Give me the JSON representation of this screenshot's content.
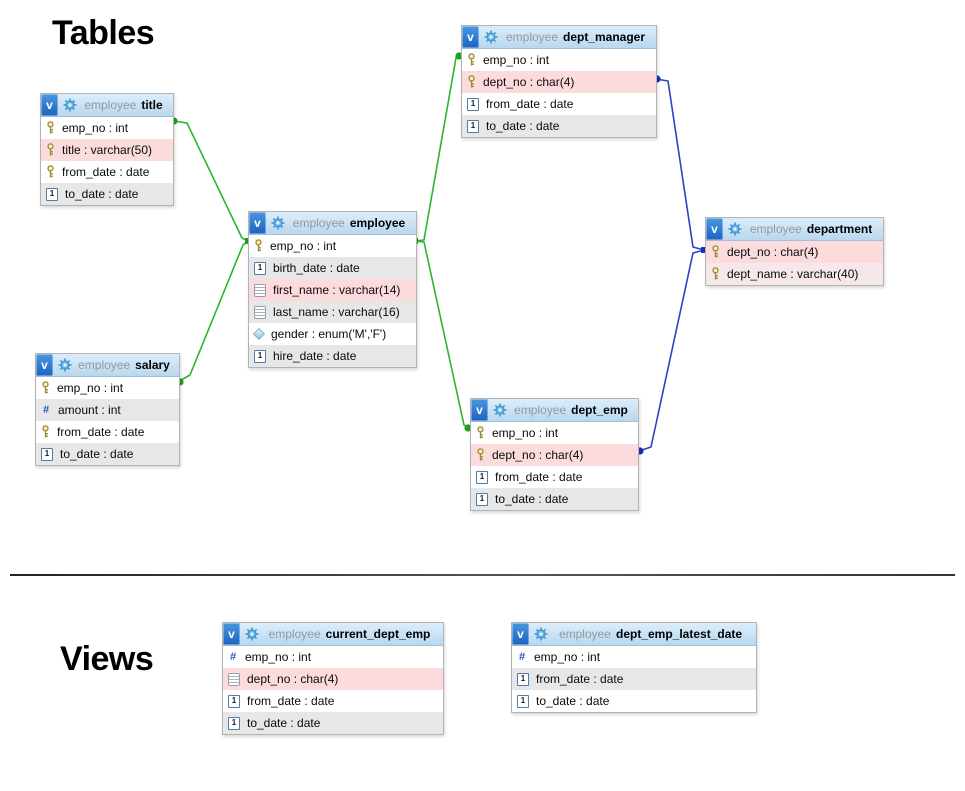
{
  "sections": {
    "tables_label": "Tables",
    "views_label": "Views"
  },
  "badge": "v",
  "colors": {
    "relation_green": "#2cb52c",
    "relation_blue": "#2c44c4",
    "header_blue": "#b9d7ee",
    "row_pink": "#fbdbdb",
    "row_gray": "#e7e7e7"
  },
  "tables": [
    {
      "schema": "employee",
      "name": "title",
      "columns": [
        {
          "text": "emp_no : int",
          "icon": "key-icon"
        },
        {
          "text": "title : varchar(50)",
          "icon": "key-icon"
        },
        {
          "text": "from_date : date",
          "icon": "key-icon"
        },
        {
          "text": "to_date : date",
          "icon": "date-icon"
        }
      ]
    },
    {
      "schema": "employee",
      "name": "employee",
      "columns": [
        {
          "text": "emp_no : int",
          "icon": "key-icon"
        },
        {
          "text": "birth_date : date",
          "icon": "date-icon"
        },
        {
          "text": "first_name : varchar(14)",
          "icon": "text-icon"
        },
        {
          "text": "last_name : varchar(16)",
          "icon": "text-icon"
        },
        {
          "text": "gender : enum('M','F')",
          "icon": "enum-icon"
        },
        {
          "text": "hire_date : date",
          "icon": "date-icon"
        }
      ]
    },
    {
      "schema": "employee",
      "name": "salary",
      "columns": [
        {
          "text": "emp_no : int",
          "icon": "key-icon"
        },
        {
          "text": "amount : int",
          "icon": "numeric-icon"
        },
        {
          "text": "from_date : date",
          "icon": "key-icon"
        },
        {
          "text": "to_date : date",
          "icon": "date-icon"
        }
      ]
    },
    {
      "schema": "employee",
      "name": "dept_manager",
      "columns": [
        {
          "text": "emp_no : int",
          "icon": "key-icon"
        },
        {
          "text": "dept_no : char(4)",
          "icon": "key-icon"
        },
        {
          "text": "from_date : date",
          "icon": "date-icon"
        },
        {
          "text": "to_date : date",
          "icon": "date-icon"
        }
      ]
    },
    {
      "schema": "employee",
      "name": "dept_emp",
      "columns": [
        {
          "text": "emp_no : int",
          "icon": "key-icon"
        },
        {
          "text": "dept_no : char(4)",
          "icon": "key-icon"
        },
        {
          "text": "from_date : date",
          "icon": "date-icon"
        },
        {
          "text": "to_date : date",
          "icon": "date-icon"
        }
      ]
    },
    {
      "schema": "employee",
      "name": "department",
      "columns": [
        {
          "text": "dept_no : char(4)",
          "icon": "key-icon"
        },
        {
          "text": "dept_name : varchar(40)",
          "icon": "key-icon"
        }
      ]
    }
  ],
  "views": [
    {
      "schema": "employee",
      "name": "current_dept_emp",
      "columns": [
        {
          "text": "emp_no : int",
          "icon": "numeric-icon"
        },
        {
          "text": "dept_no : char(4)",
          "icon": "text-icon"
        },
        {
          "text": "from_date : date",
          "icon": "date-icon"
        },
        {
          "text": "to_date : date",
          "icon": "date-icon"
        }
      ]
    },
    {
      "schema": "employee",
      "name": "dept_emp_latest_date",
      "columns": [
        {
          "text": "emp_no : int",
          "icon": "numeric-icon"
        },
        {
          "text": "from_date : date",
          "icon": "date-icon"
        },
        {
          "text": "to_date : date",
          "icon": "date-icon"
        }
      ]
    }
  ]
}
